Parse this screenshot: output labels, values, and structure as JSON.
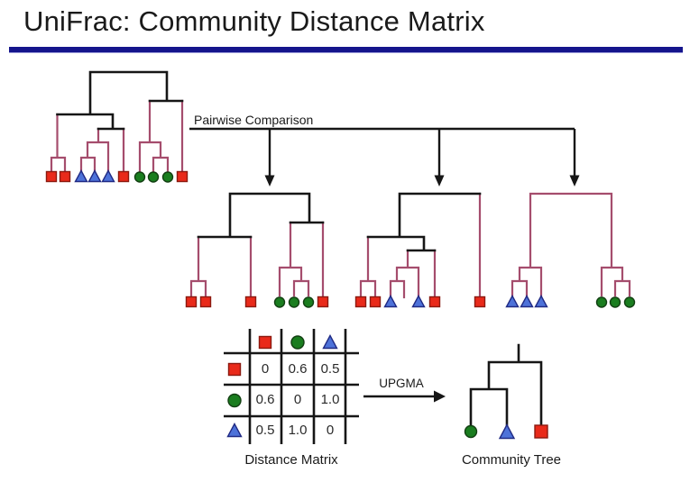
{
  "slide": {
    "title": "UniFrac: Community Distance Matrix"
  },
  "labels": {
    "pairwise_comparison": "Pairwise Comparison",
    "upgma": "UPGMA"
  },
  "matrix": {
    "caption": "Distance Matrix",
    "columns": [
      "red-square",
      "green-circle",
      "blue-triangle"
    ],
    "rows": [
      {
        "icon": "red-square",
        "values": [
          "0",
          "0.6",
          "0.5"
        ]
      },
      {
        "icon": "green-circle",
        "values": [
          "0.6",
          "0",
          "1.0"
        ]
      },
      {
        "icon": "blue-triangle",
        "values": [
          "0.5",
          "1.0",
          "0"
        ]
      }
    ]
  },
  "community_tree": {
    "caption": "Community Tree",
    "leaves": [
      "green-circle",
      "blue-triangle",
      "red-square"
    ]
  },
  "trees": {
    "full_tree_leaves": [
      "red-square",
      "red-square",
      "blue-triangle",
      "blue-triangle",
      "blue-triangle",
      "red-square",
      "green-circle",
      "green-circle",
      "green-circle",
      "red-square"
    ],
    "pairwise_trees": [
      {
        "name": "squares-vs-circles",
        "leaves": [
          "red-square",
          "red-square",
          "red-square",
          "green-circle",
          "green-circle",
          "green-circle",
          "red-square"
        ]
      },
      {
        "name": "squares-vs-triangles",
        "leaves": [
          "red-square",
          "red-square",
          "blue-triangle",
          "blue-triangle",
          "red-square",
          "red-square"
        ]
      },
      {
        "name": "triangles-vs-circles",
        "leaves": [
          "blue-triangle",
          "blue-triangle",
          "blue-triangle",
          "green-circle",
          "green-circle",
          "green-circle"
        ]
      }
    ]
  },
  "colors": {
    "branch_pink": "#a54d6d",
    "branch_black": "#161616",
    "square_fill": "#e92a1a",
    "square_stroke": "#8b1a10",
    "circle_fill": "#1a7d1f",
    "circle_stroke": "#123f12",
    "triangle_fill": "#4d72d9",
    "triangle_stroke": "#202a84",
    "divider_blue": "#15158c",
    "text_color": "#1a1a1a"
  }
}
